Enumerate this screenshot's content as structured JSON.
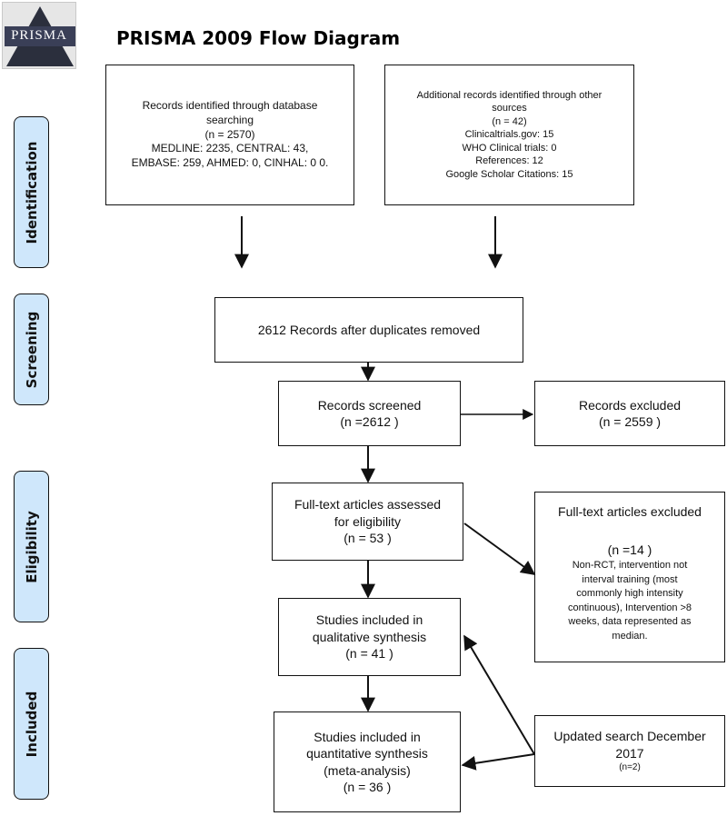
{
  "header": {
    "logo_text": "PRISMA",
    "title": "PRISMA 2009 Flow Diagram"
  },
  "stages": {
    "identification": "Identification",
    "screening": "Screening",
    "eligibility": "Eligibility",
    "included": "Included"
  },
  "identification": {
    "database": {
      "line1": "Records identified through database",
      "line2": "searching",
      "count": "(n = 2570)",
      "detail1": "MEDLINE: 2235, CENTRAL: 43,",
      "detail2": "EMBASE: 259, AHMED: 0, CINHAL: 0 0."
    },
    "other": {
      "line1": "Additional records identified through other",
      "line2": "sources",
      "count": "(n = 42)",
      "detail1": "Clinicaltrials.gov: 15",
      "detail2": "WHO Clinical trials: 0",
      "detail3": "References: 12",
      "detail4": "Google Scholar Citations: 15"
    }
  },
  "screening": {
    "duplicates_removed": "2612 Records after duplicates removed",
    "screened_label": "Records screened",
    "screened_count": "(n =2612 )",
    "excluded_label": "Records excluded",
    "excluded_count": "(n = 2559 )"
  },
  "eligibility": {
    "assessed_line1": "Full-text articles assessed",
    "assessed_line2": "for eligibility",
    "assessed_count": "(n = 53 )",
    "excluded_title": "Full-text articles excluded",
    "excluded_count": "(n =14 )",
    "reason1": "Non-RCT, intervention not",
    "reason2": "interval training (most",
    "reason3": "commonly high intensity",
    "reason4": "continuous), Intervention >8",
    "reason5": "weeks, data represented as",
    "reason6": "median."
  },
  "included": {
    "qual_line1": "Studies included in",
    "qual_line2": "qualitative synthesis",
    "qual_count": "(n = 41 )",
    "quant_line1": "Studies included in",
    "quant_line2": "quantitative synthesis",
    "quant_line3": "(meta-analysis)",
    "quant_count": "(n = 36 )",
    "update_line1": "Updated search December",
    "update_line2": "2017",
    "update_count": "(n=2)"
  }
}
